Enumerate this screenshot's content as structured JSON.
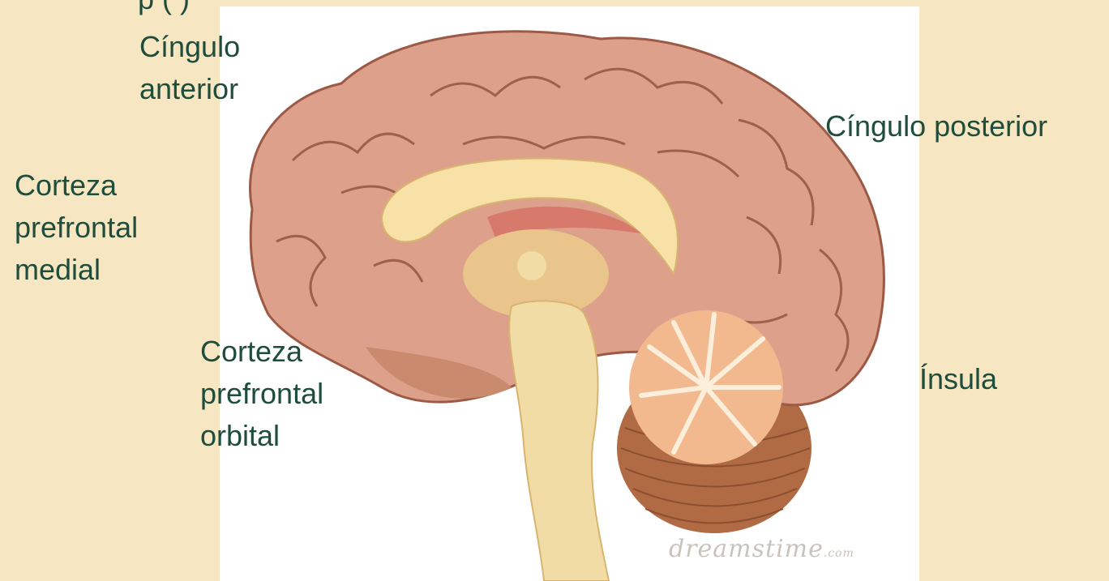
{
  "slide": {
    "title_fragment": "p              (        )"
  },
  "labels": {
    "cingulo_anterior": [
      "Cíngulo",
      "anterior"
    ],
    "cingulo_posterior": "Cíngulo posterior",
    "corteza_prefrontal_medial": [
      "Corteza",
      "prefrontal",
      "medial"
    ],
    "corteza_prefrontal_orbital": [
      "Corteza",
      "prefrontal",
      "orbital"
    ],
    "insula": "Ínsula"
  },
  "watermark": {
    "text": "dreamstime",
    "suffix": ".com"
  },
  "colors": {
    "background": "#f6e6c2",
    "label_text": "#1f4d3c",
    "cortex": "#dda08a",
    "corpus_callosum": "#f7e1a6",
    "cerebellum": "#b06a44",
    "brainstem": "#f1dca6"
  }
}
